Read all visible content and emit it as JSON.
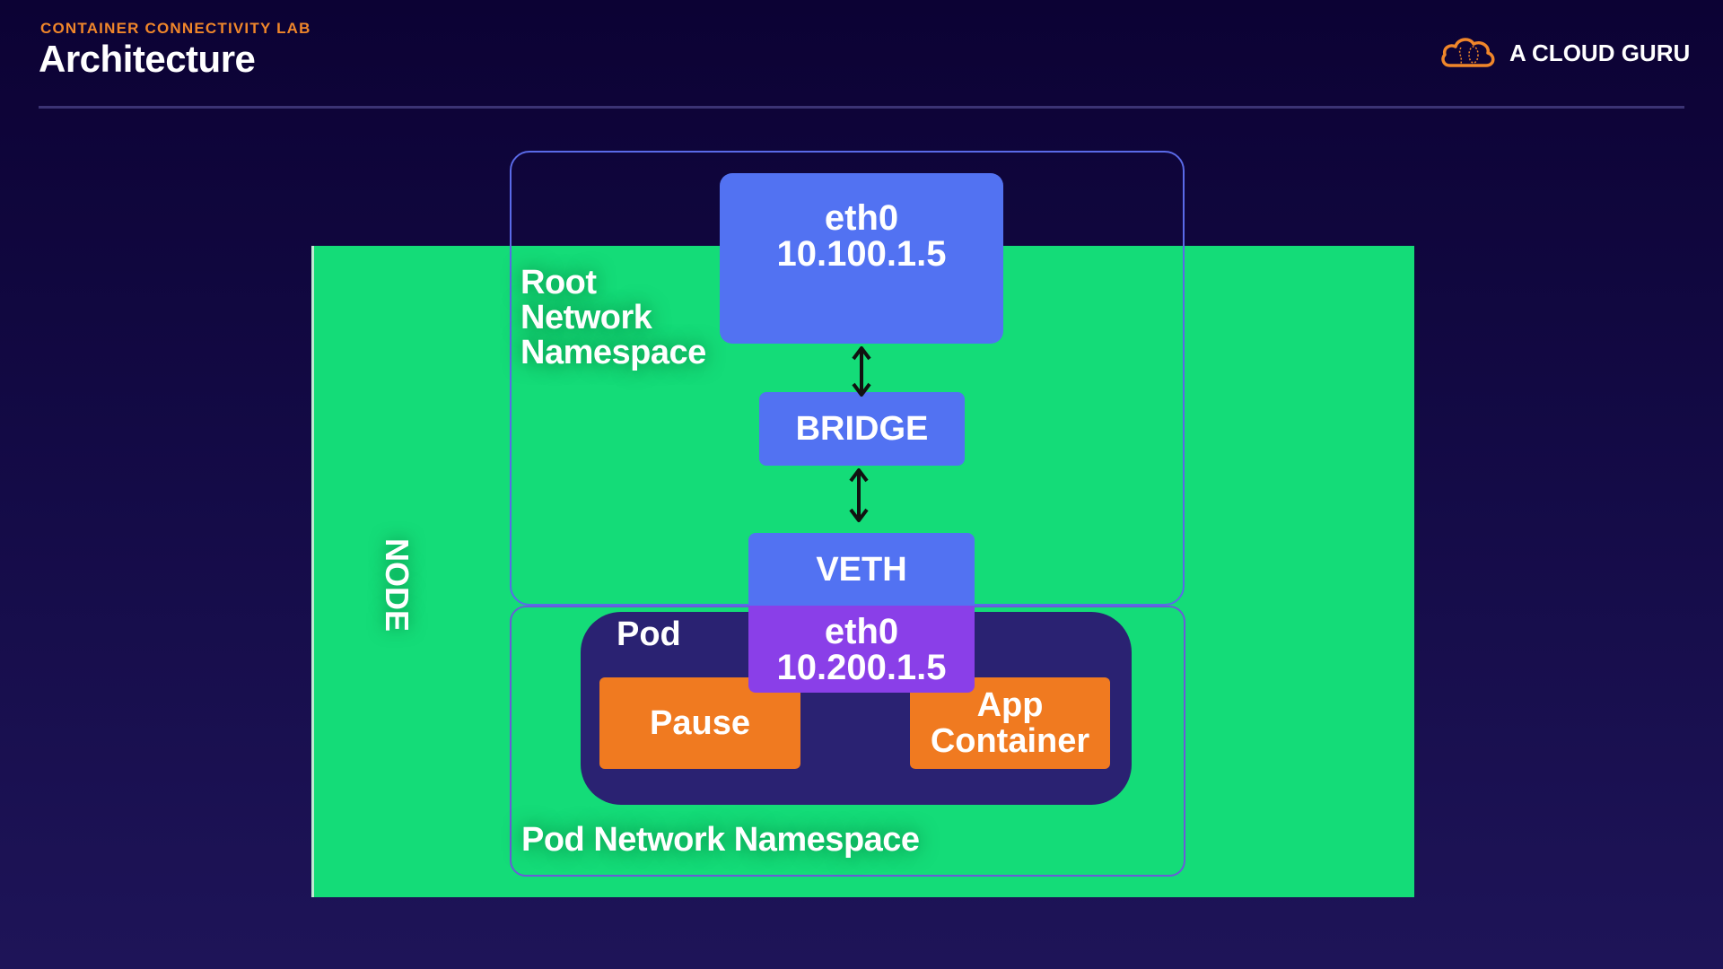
{
  "header": {
    "subtitle": "CONTAINER CONNECTIVITY LAB",
    "title": "Architecture",
    "brand": "A CLOUD GURU",
    "brand_icon": "cloud-logo-icon"
  },
  "colors": {
    "accent_orange": "#F0862A",
    "node_green": "#14DC78",
    "interface_blue": "#5272F2",
    "pod_eth_purple": "#8A3FE8",
    "container_orange": "#F07A20",
    "pod_navy": "#2A2272"
  },
  "diagram": {
    "node_label": "NODE",
    "root_namespace_label": "Root Network Namespace",
    "root_namespace_lines": [
      "Root",
      "Network",
      "Namespace"
    ],
    "host_interface": {
      "name": "eth0",
      "ip": "10.100.1.5"
    },
    "bridge_label": "BRIDGE",
    "veth_label": "VETH",
    "pod_interface": {
      "name": "eth0",
      "ip": "10.200.1.5"
    },
    "pod_label": "Pod",
    "pause_label": "Pause",
    "app_container_lines": [
      "App",
      "Container"
    ],
    "pod_namespace_label": "Pod Network Namespace",
    "connections": [
      {
        "from": "eth0 10.100.1.5",
        "to": "BRIDGE",
        "type": "bidirectional"
      },
      {
        "from": "BRIDGE",
        "to": "VETH",
        "type": "bidirectional"
      }
    ]
  }
}
